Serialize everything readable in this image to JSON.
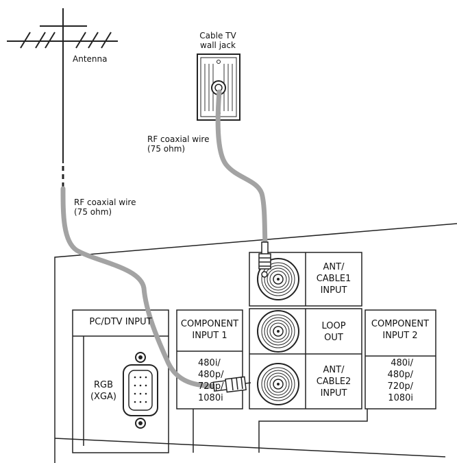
{
  "labels": {
    "antenna": "Antenna",
    "cable_jack": [
      "Cable TV",
      "wall jack"
    ],
    "rf_wire_cable": [
      "RF coaxial wire",
      "(75 ohm)"
    ],
    "rf_wire_antenna": [
      "RF coaxial wire",
      "(75 ohm)"
    ]
  },
  "panel": {
    "pc_dtv": {
      "title": "PC/DTV INPUT",
      "rgb": [
        "RGB",
        "(XGA)"
      ]
    },
    "component1": {
      "title": [
        "COMPONENT",
        "INPUT 1"
      ],
      "formats": [
        "480i/",
        "480p/",
        "720p/",
        "1080i"
      ]
    },
    "ant_cable1": {
      "title": [
        "ANT/",
        "CABLE1",
        "INPUT"
      ]
    },
    "loop_out": {
      "title": [
        "LOOP",
        "OUT"
      ]
    },
    "ant_cable2": {
      "title": [
        "ANT/",
        "CABLE2",
        "INPUT"
      ]
    },
    "component2": {
      "title": [
        "COMPONENT",
        "INPUT 2"
      ],
      "formats": [
        "480i/",
        "480p/",
        "720p/",
        "1080i"
      ]
    }
  },
  "colors": {
    "wire": "#a3a3a3",
    "line": "#111111"
  }
}
